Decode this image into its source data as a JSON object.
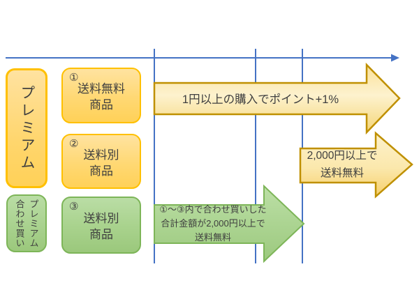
{
  "diagram": {
    "type": "timeline-benefit-diagram",
    "language": "ja",
    "colors": {
      "axis_blue": "#4472C4",
      "orange_card_border": "#FFC000",
      "orange_arrow_border": "#BF9000",
      "green_border": "#70AD47",
      "text": "#3F3F3F",
      "background": "#FFFFFF"
    }
  },
  "premium": {
    "text": "プレミアム"
  },
  "premium_combo": {
    "right_column": "プレミアム",
    "left_column": "合わせ買い"
  },
  "products": [
    {
      "number": "①",
      "label": "送料無料\n商品",
      "theme": "orange"
    },
    {
      "number": "②",
      "label": "送料別\n商品",
      "theme": "orange"
    },
    {
      "number": "③",
      "label": "送料別\n商品",
      "theme": "green"
    }
  ],
  "arrows": [
    {
      "label": "1円以上の購入でポイント+1%",
      "theme": "orange"
    },
    {
      "label": "2,000円以上で\n送料無料",
      "theme": "orange"
    },
    {
      "label": "①〜③内で合わせ買いした\n合計金額が2,000円以上で\n送料無料",
      "theme": "green"
    }
  ]
}
